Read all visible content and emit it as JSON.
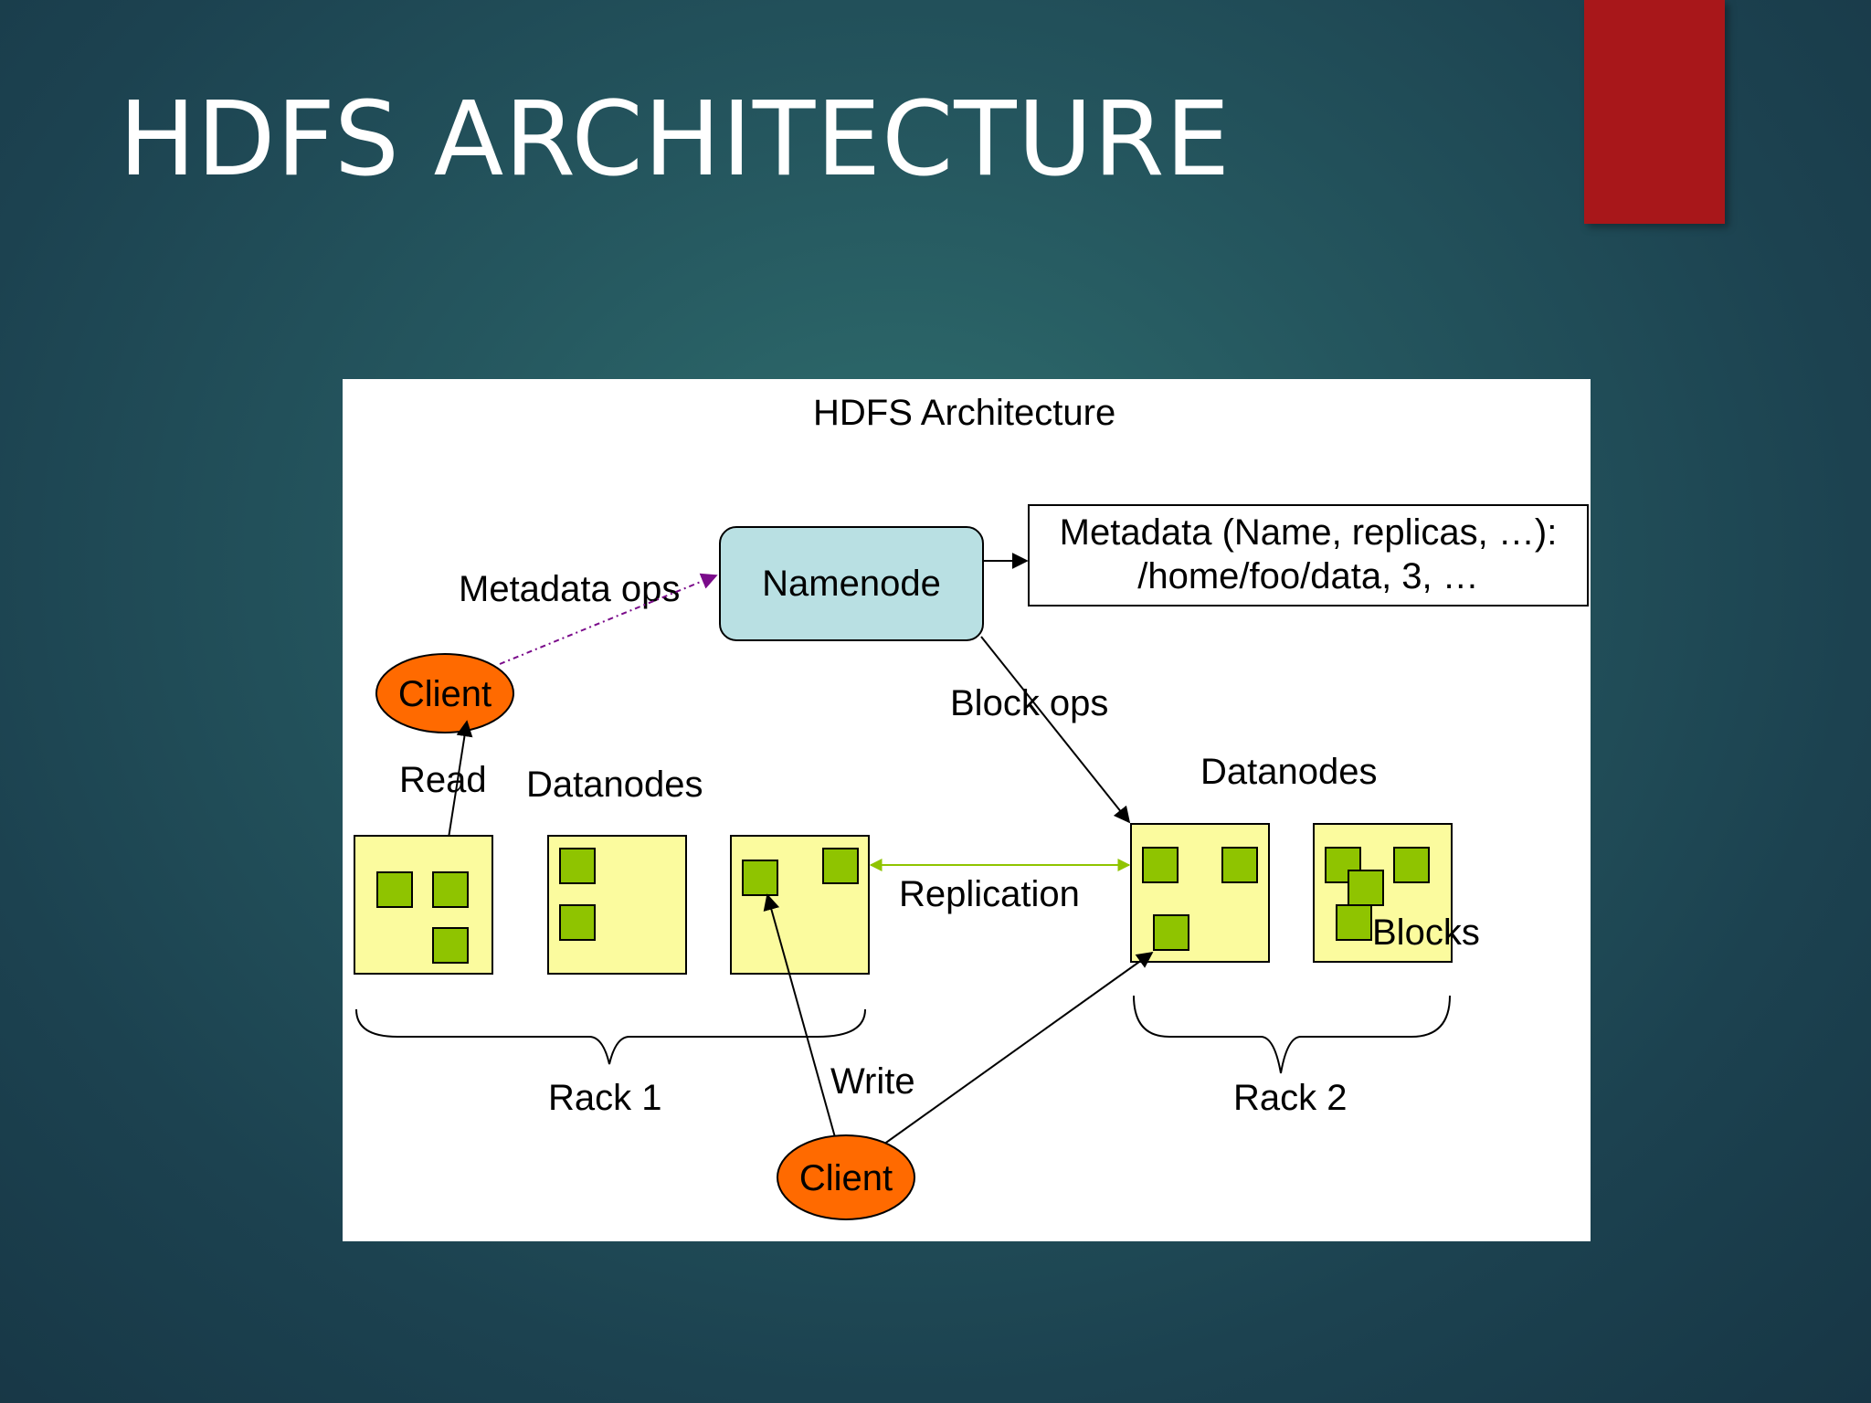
{
  "slide": {
    "title": "HDFS ARCHITECTURE",
    "accent_color": "#a8171a"
  },
  "diagram": {
    "title": "HDFS Architecture",
    "namenode_label": "Namenode",
    "metadata_line1": "Metadata (Name, replicas, …):",
    "metadata_line2": "/home/foo/data, 3, …",
    "metadata_ops_label": "Metadata ops",
    "block_ops_label": "Block ops",
    "client_top_label": "Client",
    "client_bottom_label": "Client",
    "read_label": "Read",
    "write_label": "Write",
    "datanodes_left_label": "Datanodes",
    "datanodes_right_label": "Datanodes",
    "replication_label": "Replication",
    "blocks_label": "Blocks",
    "rack1_label": "Rack 1",
    "rack2_label": "Rack 2",
    "colors": {
      "namenode_fill": "#b9e0e3",
      "datanode_fill": "#fbfb9e",
      "block_fill": "#8fc400",
      "client_fill": "#ff6a00",
      "metadata_ops_line": "#7a0b8a",
      "replication_line": "#8fc400"
    }
  }
}
